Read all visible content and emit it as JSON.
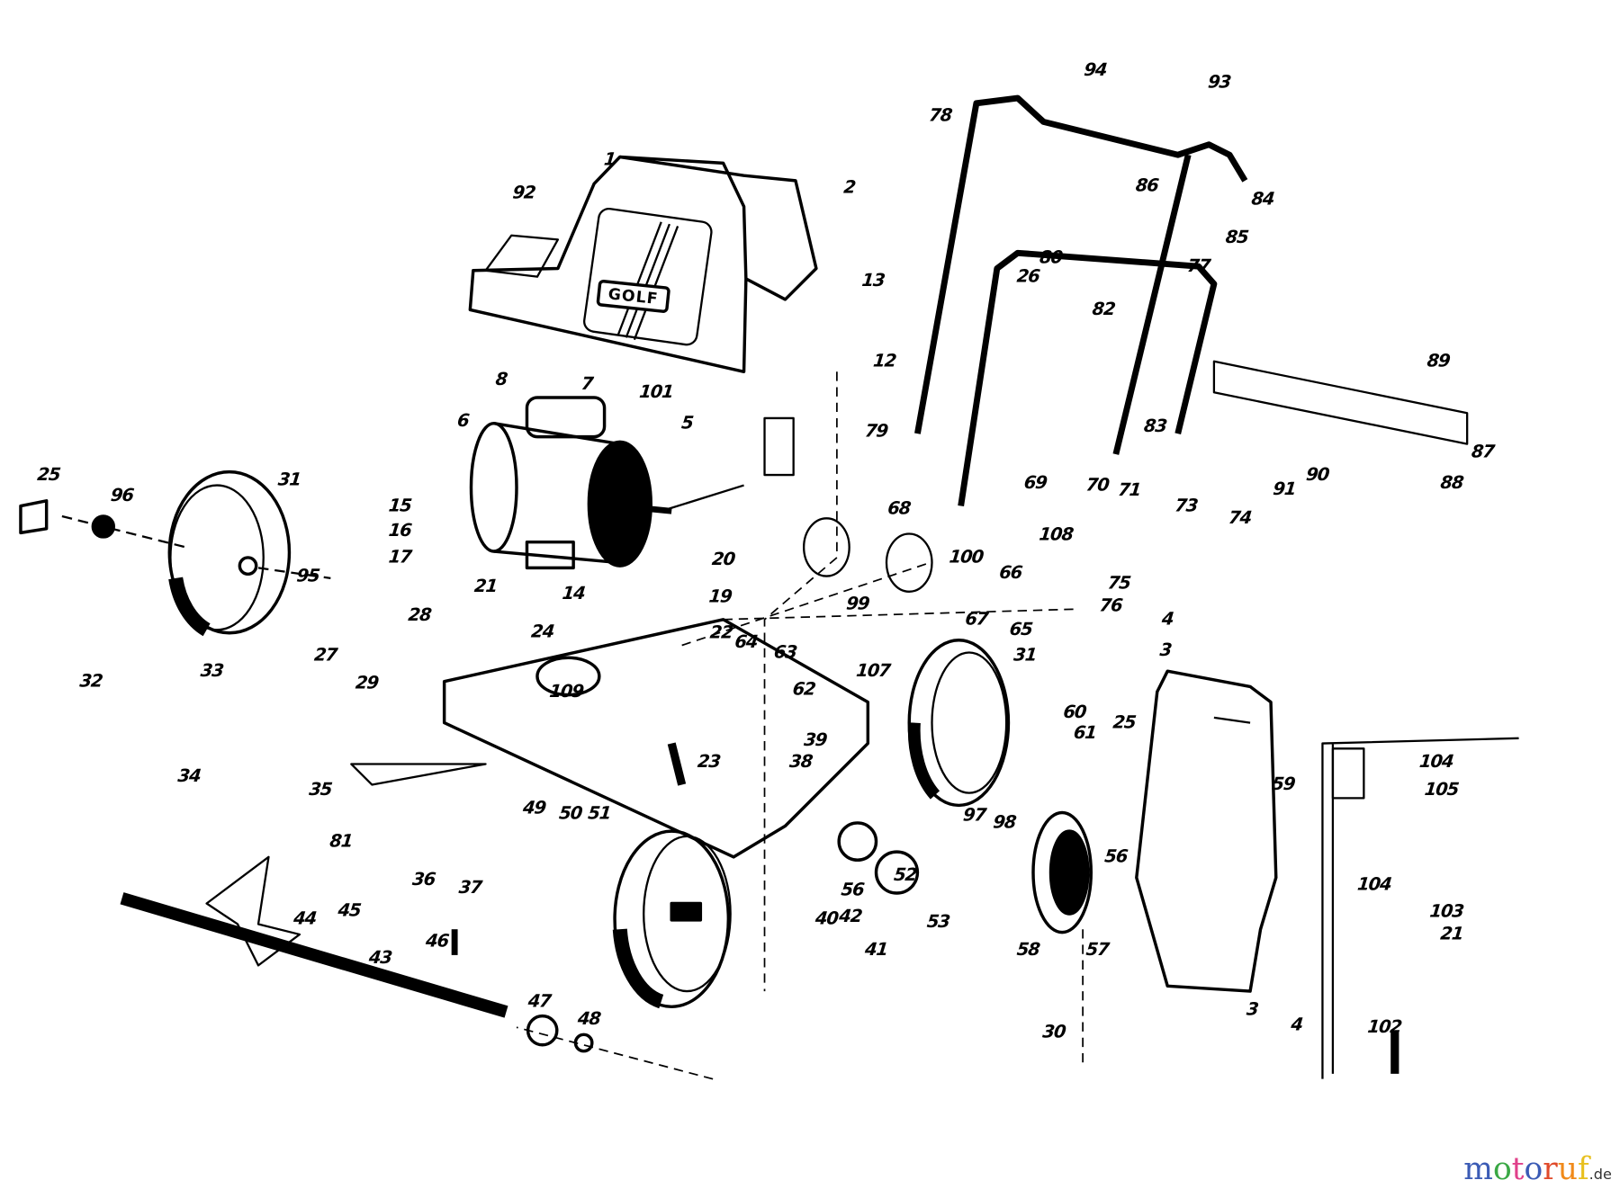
{
  "diagram": {
    "type": "exploded parts diagram",
    "brand_plate_text": "GOLF",
    "part_labels": [
      "1",
      "2",
      "92",
      "13",
      "12",
      "101",
      "8",
      "7",
      "6",
      "5",
      "25",
      "96",
      "31",
      "95",
      "15",
      "16",
      "17",
      "21",
      "14",
      "20",
      "19",
      "22",
      "28",
      "27",
      "24",
      "29",
      "109",
      "64",
      "63",
      "62",
      "107",
      "32",
      "33",
      "34",
      "35",
      "23",
      "39",
      "38",
      "49",
      "50",
      "51",
      "81",
      "36",
      "37",
      "44",
      "45",
      "43",
      "46",
      "47",
      "48",
      "78",
      "94",
      "93",
      "86",
      "84",
      "85",
      "77",
      "80",
      "26",
      "82",
      "79",
      "68",
      "99",
      "100",
      "66",
      "67",
      "65",
      "89",
      "83",
      "87",
      "88",
      "90",
      "91",
      "69",
      "70",
      "71",
      "108",
      "73",
      "74",
      "75",
      "76",
      "4",
      "3",
      "31",
      "60",
      "61",
      "25",
      "59",
      "104",
      "105",
      "56",
      "52",
      "97",
      "98",
      "56",
      "42",
      "40",
      "53",
      "41",
      "58",
      "57",
      "30",
      "3",
      "4",
      "102",
      "104",
      "103",
      "21"
    ]
  },
  "watermark": {
    "text_letters": [
      "m",
      "o",
      "t",
      "o",
      "r",
      "u",
      "f"
    ],
    "letter_colors": [
      "#3b5bb5",
      "#3aa845",
      "#e0408a",
      "#3b5bb5",
      "#e04a2a",
      "#f08a1a",
      "#e8c020"
    ],
    "suffix": ".de"
  }
}
